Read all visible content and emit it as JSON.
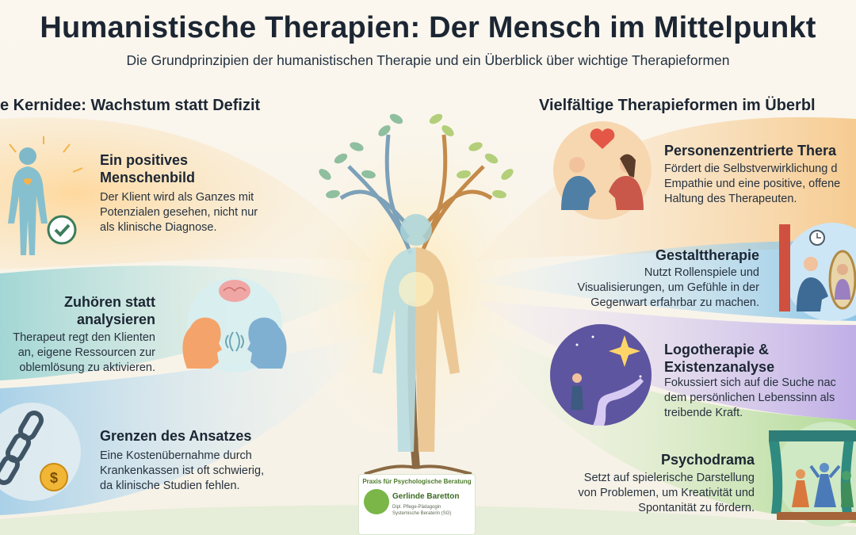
{
  "header": {
    "title": "Humanistische Therapien: Der Mensch im Mittelpunkt",
    "subtitle": "Die Grundprinzipien der humanistischen Therapie und ein Überblick über wichtige Therapieformen"
  },
  "left": {
    "heading": "e Kernidee: Wachstum statt Defizit",
    "cards": [
      {
        "title_lines": [
          "Ein positives",
          "Menschenbild"
        ],
        "text_lines": [
          "Der Klient wird als Ganzes mit",
          "Potenzialen gesehen, nicht nur",
          "als klinische Diagnose."
        ]
      },
      {
        "title_lines": [
          "Zuhören statt",
          "analysieren"
        ],
        "text_lines": [
          "Therapeut regt den Klienten",
          "an, eigene Ressourcen zur",
          "oblemlösung zu aktivieren."
        ]
      },
      {
        "title_lines": [
          "Grenzen des Ansatzes"
        ],
        "text_lines": [
          "Eine Kostenübernahme durch",
          "Krankenkassen ist oft schwierig,",
          "da klinische Studien fehlen."
        ]
      }
    ]
  },
  "right": {
    "heading": "Vielfältige Therapieformen im Überbl",
    "cards": [
      {
        "title_lines": [
          "Personenzentrierte Thera"
        ],
        "text_lines": [
          "Fördert die Selbstverwirklichung d",
          "Empathie und eine positive, offene",
          "Haltung des Therapeuten."
        ]
      },
      {
        "title_lines": [
          "Gestalttherapie"
        ],
        "text_lines": [
          "Nutzt Rollenspiele und",
          "Visualisierungen, um Gefühle in der",
          "Gegenwart erfahrbar zu machen."
        ]
      },
      {
        "title_lines": [
          "Logotherapie &",
          "Existenzanalyse"
        ],
        "text_lines": [
          "Fokussiert sich auf die Suche nac",
          "dem persönlichen Lebenssinn als",
          "treibende Kraft."
        ]
      },
      {
        "title_lines": [
          "Psychodrama"
        ],
        "text_lines": [
          "Setzt auf spielerische Darstellung",
          "von Problemen, um Kreativität und",
          "Spontanität zu fördern."
        ]
      }
    ]
  },
  "logo": {
    "line1": "Praxis für Psychologische Beratung",
    "line2": "Gerlinde Baretton",
    "line3": "Dipl. Pflege-Pädagogin",
    "line4": "Systemische Beraterin (SG)"
  },
  "icons": {
    "left": [
      "glowing-figure-icon",
      "listening-heads-icon",
      "chain-coin-icon"
    ],
    "right": [
      "two-people-heart-icon",
      "mirror-figure-icon",
      "path-star-icon",
      "stage-theater-icon"
    ],
    "center": "tree-person-icon"
  },
  "colors": {
    "warm_band": "#f6c98c",
    "teal_band": "#9ed3d0",
    "blue_band": "#93c7e6",
    "purple_band": "#c7b7e8",
    "green_band": "#b9dc9a"
  }
}
